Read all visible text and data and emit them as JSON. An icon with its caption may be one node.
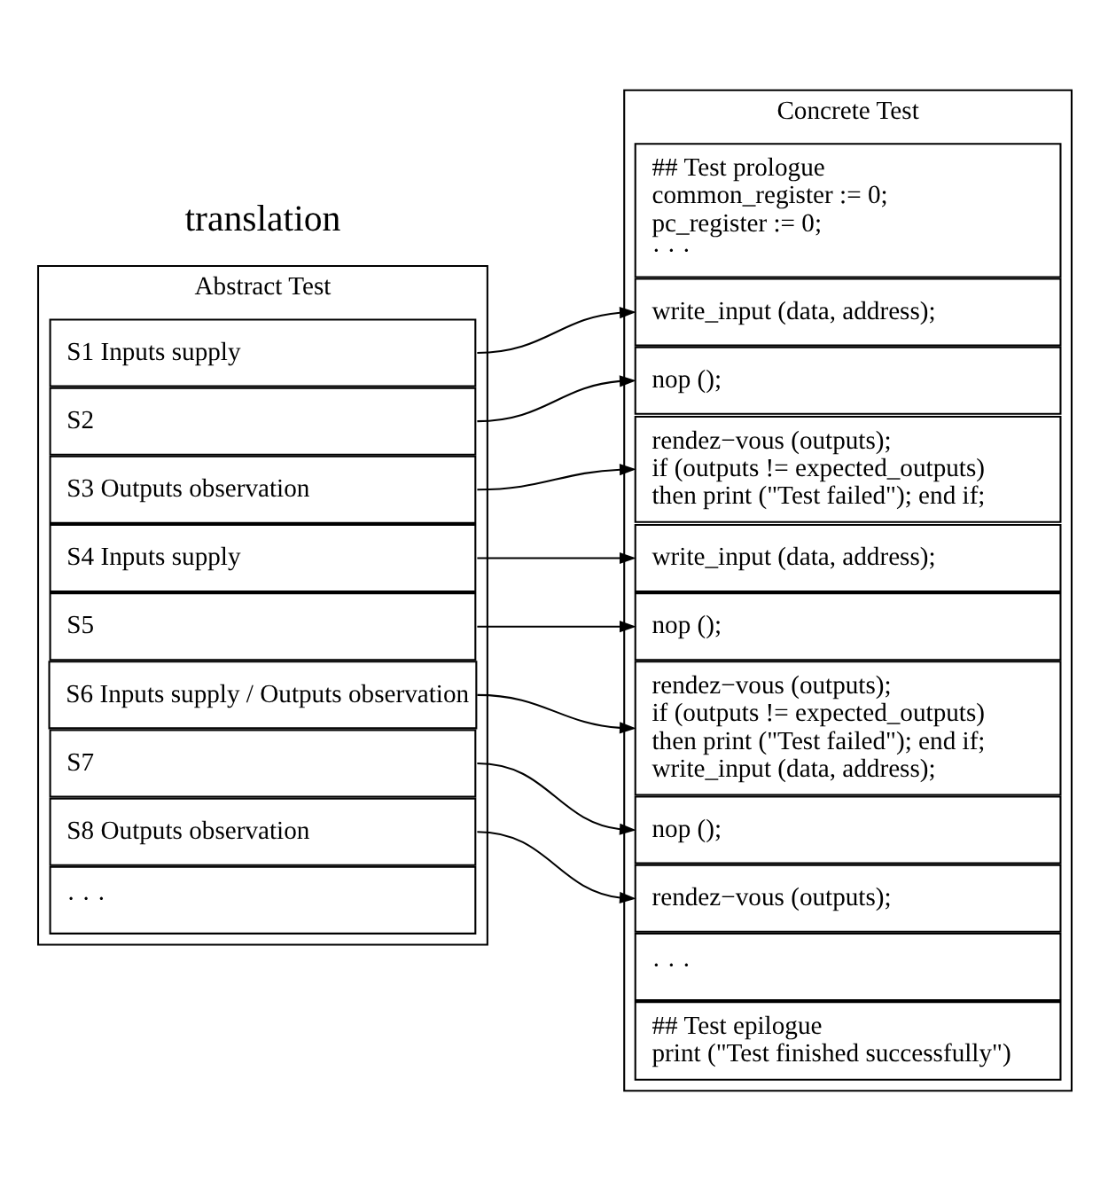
{
  "diagram": {
    "nodes": [
      {
        "text": [
          "Abstract Test"
        ]
      },
      {
        "text": [
          "S1 Inputs supply"
        ],
        "in": 0
      },
      {
        "text": [
          "S2"
        ],
        "in": 0
      },
      {
        "text": [
          "S3 Outputs observation"
        ],
        "in": 0
      },
      {
        "text": [
          "S4 Inputs supply"
        ],
        "in": 0
      },
      {
        "text": [
          "S5"
        ],
        "in": 0
      },
      {
        "text": [
          "S6 Inputs supply / Outputs observation"
        ],
        "in": 0
      },
      {
        "text": [
          "S7"
        ],
        "in": 0
      },
      {
        "text": [
          "S8 Outputs observation"
        ],
        "in": 0
      },
      {
        "text": [
          "· · ·"
        ],
        "in": 0
      },
      {
        "text": [
          "Concrete Test"
        ]
      },
      {
        "text": [
          "## Test prologue",
          "common_register := 0;",
          "pc_register := 0;",
          "· · ·"
        ],
        "in": 10
      },
      {
        "text": [
          "write_input (data, address);"
        ],
        "in": 10
      },
      {
        "text": [
          "nop ();"
        ],
        "in": 10
      },
      {
        "text": [
          "rendez−vous (outputs);",
          "if (outputs != expected_outputs)",
          "then print (\"Test failed\"); end if;"
        ],
        "in": 10
      },
      {
        "text": [
          "write_input (data, address);"
        ],
        "in": 10
      },
      {
        "text": [
          "nop ();"
        ],
        "in": 10
      },
      {
        "text": [
          "rendez−vous (outputs);",
          "if (outputs != expected_outputs)",
          "then print (\"Test failed\"); end if;",
          "write_input (data, address);"
        ],
        "in": 10
      },
      {
        "text": [
          "nop ();"
        ],
        "in": 10
      },
      {
        "text": [
          "rendez−vous (outputs);"
        ],
        "in": 10
      },
      {
        "text": [
          "· · ·"
        ],
        "in": 10
      },
      {
        "text": [
          "## Test epilogue",
          "print (\"Test finished successfully\")"
        ],
        "in": 10
      }
    ],
    "edges": [
      {
        "from": 1,
        "to": 12,
        "arrow": "to"
      },
      {
        "from": 2,
        "to": 13,
        "arrow": "to"
      },
      {
        "from": 3,
        "to": 14,
        "arrow": "to"
      },
      {
        "from": 4,
        "to": 15,
        "arrow": "to"
      },
      {
        "from": 5,
        "to": 16,
        "arrow": "to"
      },
      {
        "from": 6,
        "to": 17,
        "arrow": "to"
      },
      {
        "from": 7,
        "to": 18,
        "arrow": "to"
      },
      {
        "from": 8,
        "to": 19,
        "arrow": "to"
      }
    ],
    "labels": [
      "translation"
    ]
  }
}
